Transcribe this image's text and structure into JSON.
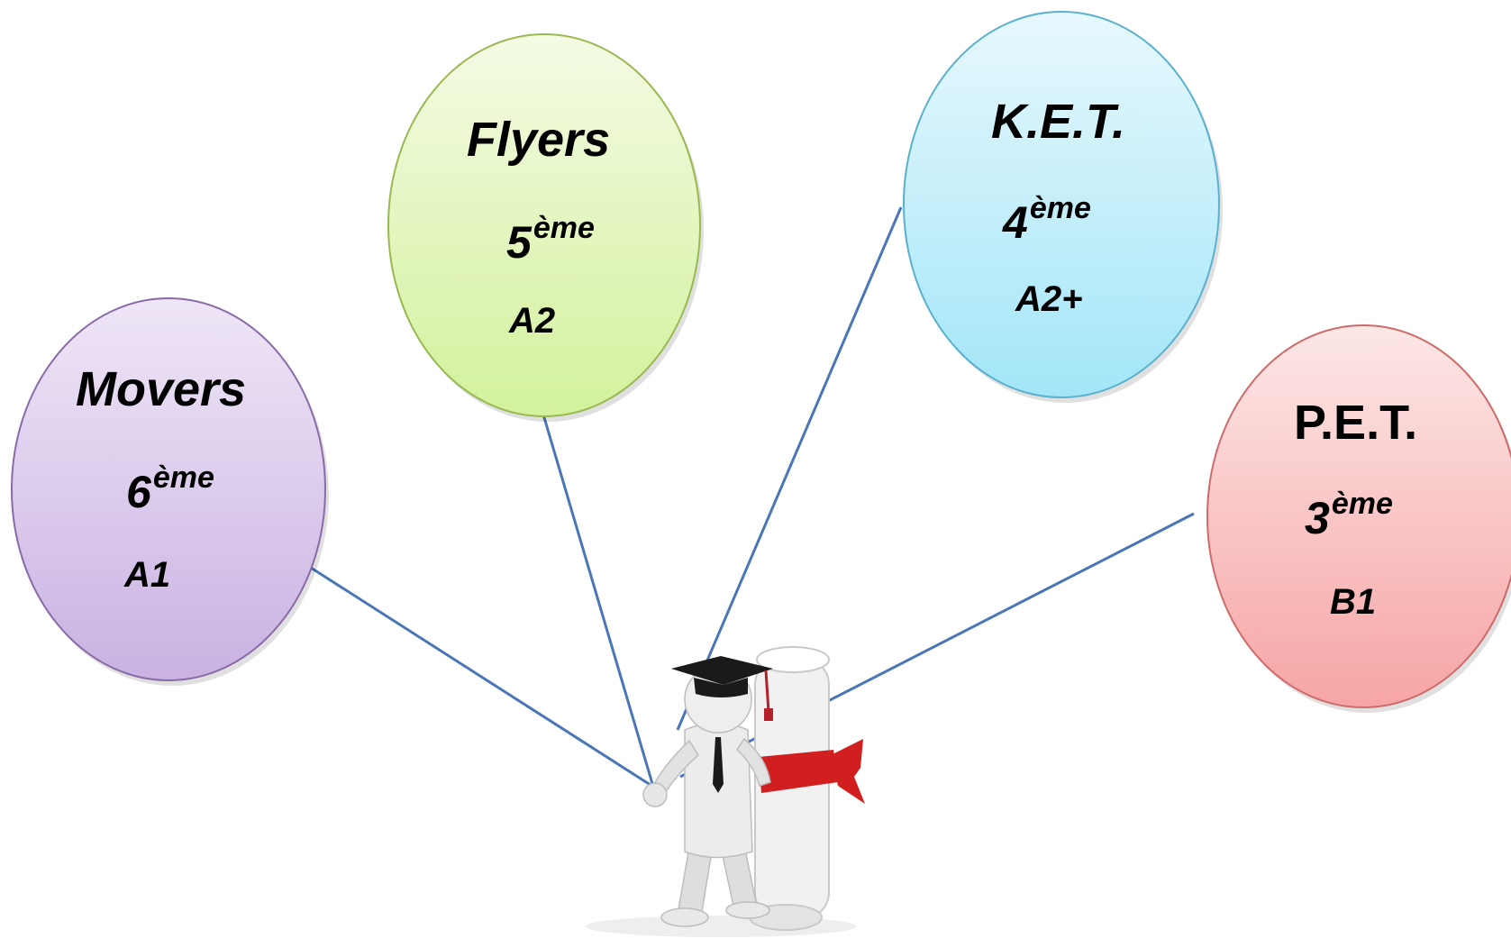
{
  "balloons": [
    {
      "name": "Movers",
      "grade_num": "6",
      "grade_sup": "ème",
      "level": "A1",
      "fill_top": "#efe6f7",
      "fill_bottom": "#c9b2e2",
      "stroke": "#8a6aa8",
      "italic": true
    },
    {
      "name": "Flyers",
      "grade_num": "5",
      "grade_sup": "ème",
      "level": "A2",
      "fill_top": "#f4fbe4",
      "fill_bottom": "#d3f19c",
      "stroke": "#97b94f",
      "italic": true
    },
    {
      "name": "K.E.T.",
      "grade_num": "4",
      "grade_sup": "ème",
      "level": "A2+",
      "fill_top": "#e7f8fd",
      "fill_bottom": "#a3e6f8",
      "stroke": "#5ab0cf",
      "italic": true
    },
    {
      "name": "P.E.T.",
      "grade_num": "3",
      "grade_sup": "ème",
      "level": "B1",
      "fill_top": "#fde7e7",
      "fill_bottom": "#f6a5a5",
      "stroke": "#cf6a6a",
      "italic": false
    }
  ],
  "connector_color": "#4a76b8",
  "figure": {
    "icon": "graduate-figure-with-diploma",
    "body_color": "#e6e6e6",
    "cap_color": "#1a1a1a",
    "ribbon_color": "#d11f1f"
  }
}
